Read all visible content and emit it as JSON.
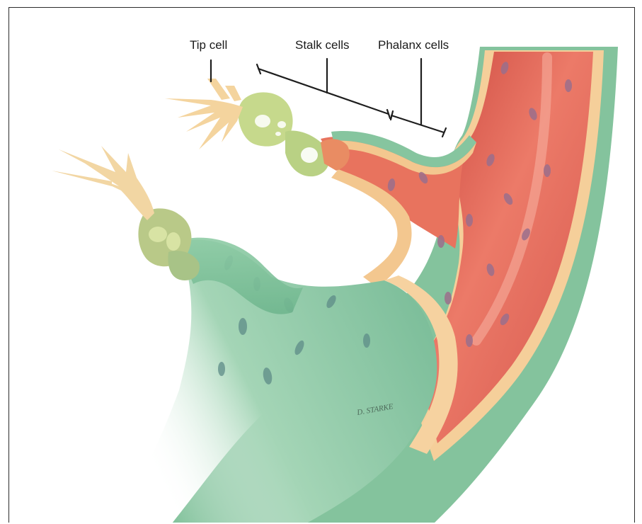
{
  "labels": {
    "tip_cell": "Tip cell",
    "stalk_cells": "Stalk cells",
    "phalanx_cells": "Phalanx cells"
  },
  "signature": "D. STARKE",
  "colors": {
    "vessel_outer": "#7fc09a",
    "vessel_wall": "#f6d3a0",
    "lumen": "#e1655a",
    "lumen_light": "#ef8b7a",
    "tip_cell": "#f4d59f",
    "stalk_cell": "#c9d98c",
    "nucleus": "#9a7fa0"
  }
}
